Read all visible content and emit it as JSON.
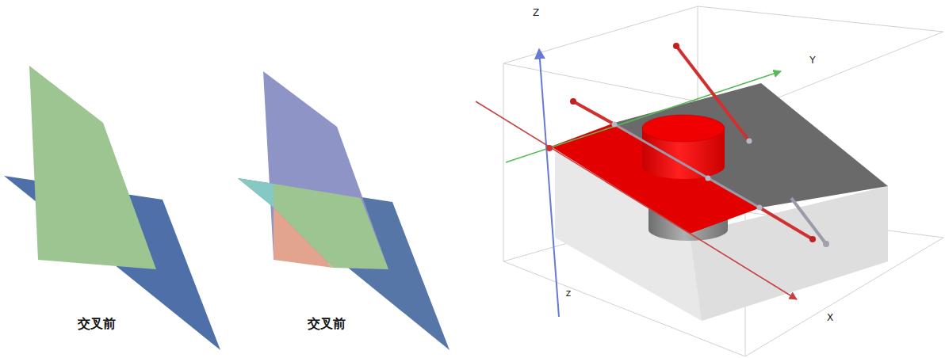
{
  "diagram": {
    "labels": [
      "交叉前",
      "交叉前",
      "Z",
      "Y",
      "z",
      "X"
    ]
  }
}
